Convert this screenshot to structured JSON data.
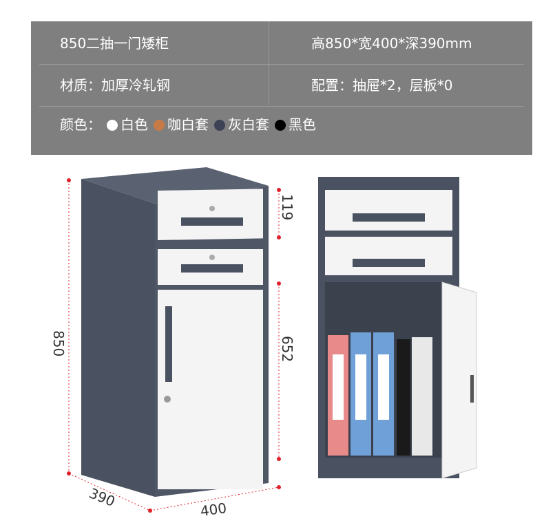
{
  "specs": {
    "model": "850二抽一门矮柜",
    "size": "高850*宽400*深390mm",
    "material": "材质：加厚冷轧钢",
    "config": "配置：抽屉*2，层板*0",
    "color_label": "颜色：",
    "colors": [
      {
        "name": "白色",
        "hex": "#ffffff"
      },
      {
        "name": "咖白套",
        "hex": "#c77a45"
      },
      {
        "name": "灰白套",
        "hex": "#3d4256"
      },
      {
        "name": "黑色",
        "hex": "#000000"
      }
    ]
  },
  "dimensions": {
    "height": "850",
    "drawer": "119",
    "door": "652",
    "depth": "390",
    "width": "400"
  },
  "colors": {
    "panel": "#7f7f7f",
    "frame": "#4a5160",
    "front": "#f4f4f4",
    "marker": "#e0202a"
  }
}
